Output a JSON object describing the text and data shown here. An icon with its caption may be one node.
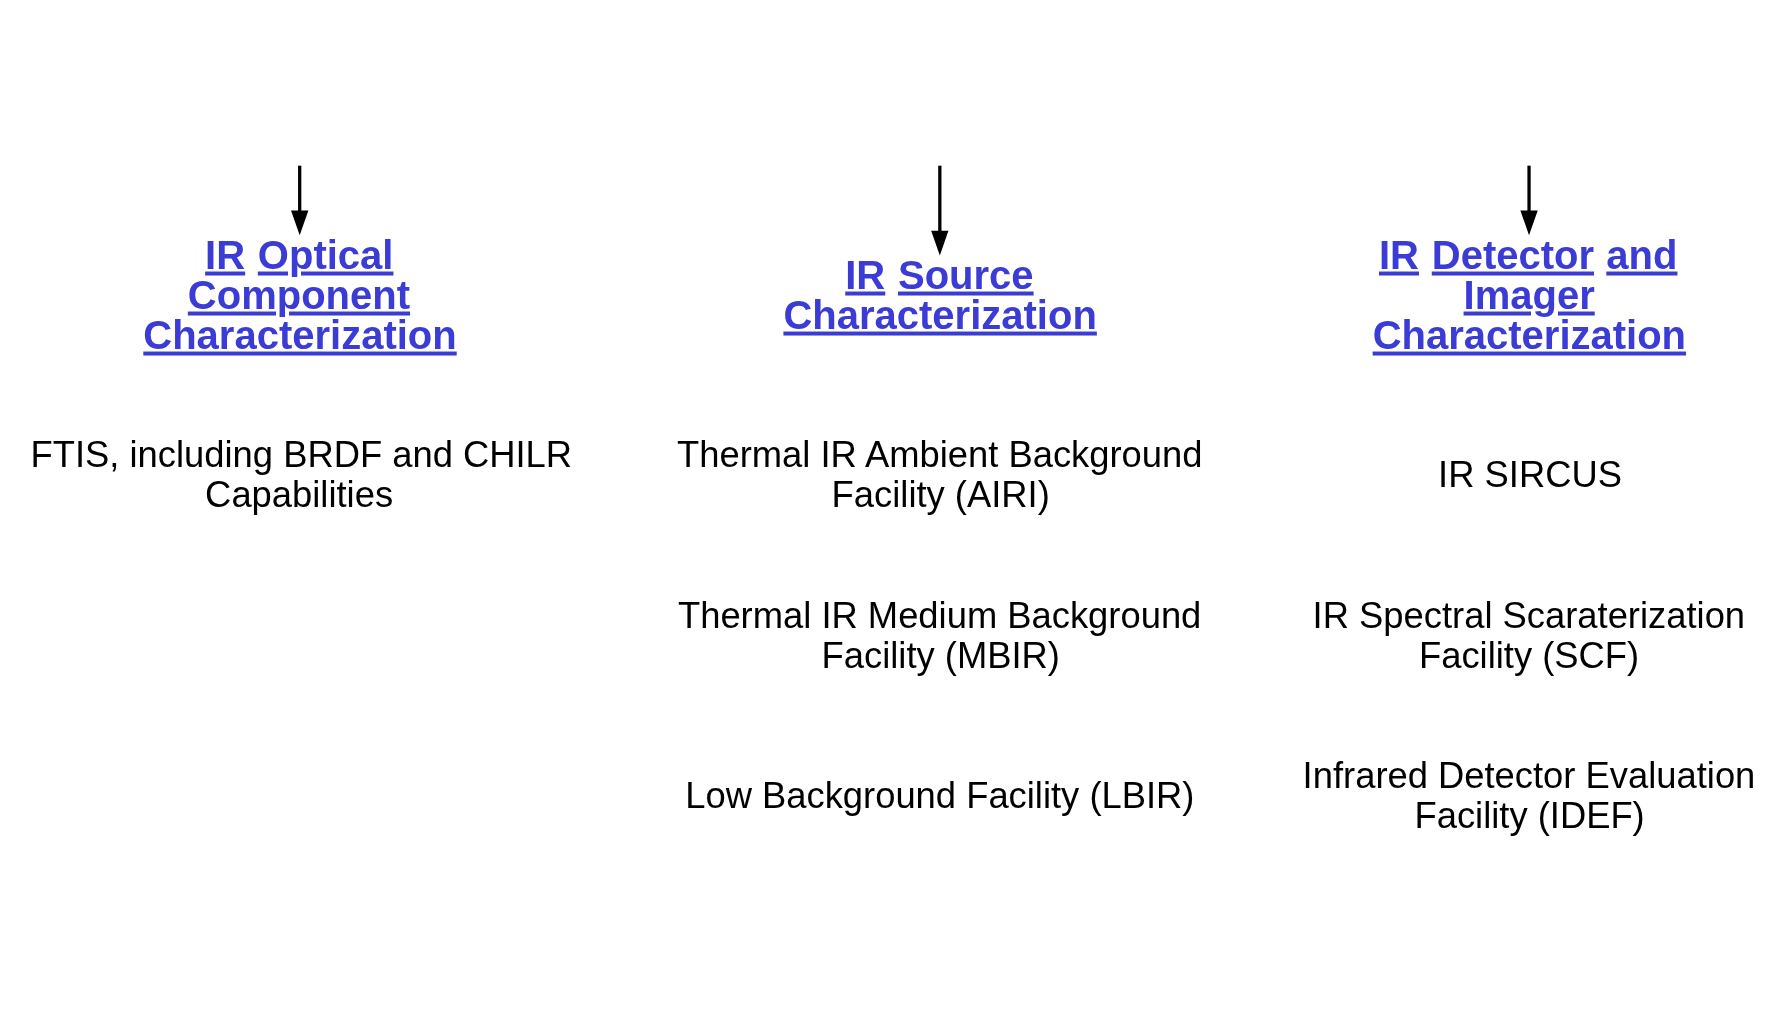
{
  "diagram": {
    "nodes": [
      {
        "text": [
          "IR Optical Component Characterization"
        ]
      },
      {
        "text": [
          "IR Source Characterization"
        ]
      },
      {
        "text": [
          "IR Detector and Imager Characterization"
        ]
      }
    ],
    "edges": [
      {
        "from": null,
        "to": 0,
        "arrow": "to"
      },
      {
        "from": null,
        "to": 1,
        "arrow": "to"
      },
      {
        "from": null,
        "to": 2,
        "arrow": "to"
      }
    ],
    "labels": [
      "FTIS, including BRDF and CHILR Capabilities",
      "Thermal IR Ambient Background Facility (AIRI)",
      "Thermal IR Medium Background Facility (MBIR)",
      "Low Background Facility (LBIR)",
      "IR SIRCUS",
      "IR Spectral Scaraterization Facility (SCF)",
      "Infrared Detector Evaluation Facility (IDEF)"
    ]
  }
}
